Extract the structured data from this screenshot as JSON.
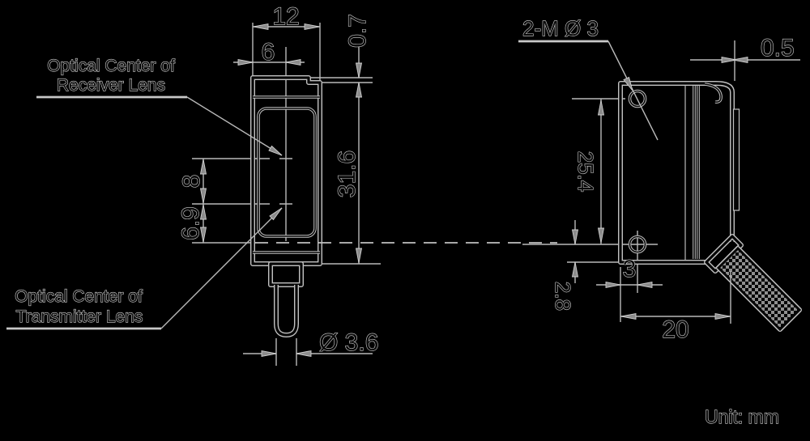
{
  "drawing": {
    "unit_note": "Unit: mm",
    "labels": {
      "receiver_line1": "Optical Center of",
      "receiver_line2": "Receiver Lens",
      "transmitter_line1": "Optical Center of",
      "transmitter_line2": "Transmitter Lens",
      "mounting_holes": "2-M Ø 3"
    },
    "front_view": {
      "body_width": "12",
      "edge_to_center": "6",
      "lens_step": "0.7",
      "body_height": "31.6",
      "lens_center_spacing": "8",
      "transmitter_to_axis": "6.9",
      "cable_diameter": "Ø 3.6"
    },
    "side_view": {
      "hole_spacing": "25.4",
      "front_to_hole": "3",
      "axis_to_bottom": "2.8",
      "body_depth": "20",
      "back_plate_offset": "0.5"
    },
    "colors": {
      "background": "#000000",
      "line": "#b9b9b9",
      "outline_core": "#060606",
      "outline_halo": "#c2c2c2",
      "text_halo": "#d2d2d2"
    }
  }
}
